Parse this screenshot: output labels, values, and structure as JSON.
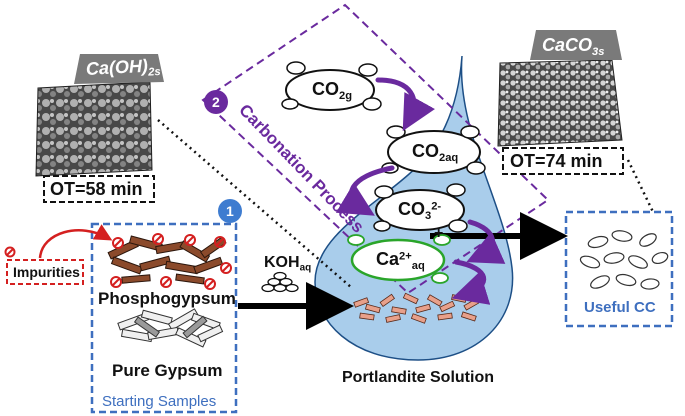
{
  "image_labels": {
    "left_tag": {
      "main": "Ca(OH)",
      "sub": "2s"
    },
    "left_time": "OT=58 min",
    "right_tag": {
      "main": "CaCO",
      "sub": "3s"
    },
    "right_time": "OT=74 min"
  },
  "step_badges": {
    "one": "1",
    "two": "2"
  },
  "process_label": "Carbonation Process",
  "species": {
    "co2_gas": {
      "main": "CO",
      "sub": "2g"
    },
    "co2_aq": {
      "main": "CO",
      "sub": "2aq"
    },
    "co3": {
      "main": "CO",
      "sub": "3",
      "sup": "2-"
    },
    "ca": {
      "main": "Ca",
      "sup": "2+",
      "sub": "aq"
    },
    "plus": "+"
  },
  "reagent": {
    "main": "KOH",
    "sub": "aq"
  },
  "impurities_label": "Impurities",
  "samples": {
    "phospho": "Phosphogypsum",
    "pure": "Pure Gypsum",
    "box_label": "Starting Samples"
  },
  "solution_label": "Portlandite Solution",
  "product_label": "Useful CC",
  "colors": {
    "droplet": "#a9cdeb",
    "purple": "#6a2a9e",
    "green": "#2aa52a",
    "blue_dash": "#3e6fbf",
    "red": "#d42020",
    "badge_blue": "#3e7cd0",
    "brown": "#8b4a2b",
    "pink": "#e8a08a"
  },
  "icons": [
    "forbidden-icon",
    "pellet-pile-icon",
    "black-arrow-icon",
    "curved-purple-arrow-icon"
  ]
}
